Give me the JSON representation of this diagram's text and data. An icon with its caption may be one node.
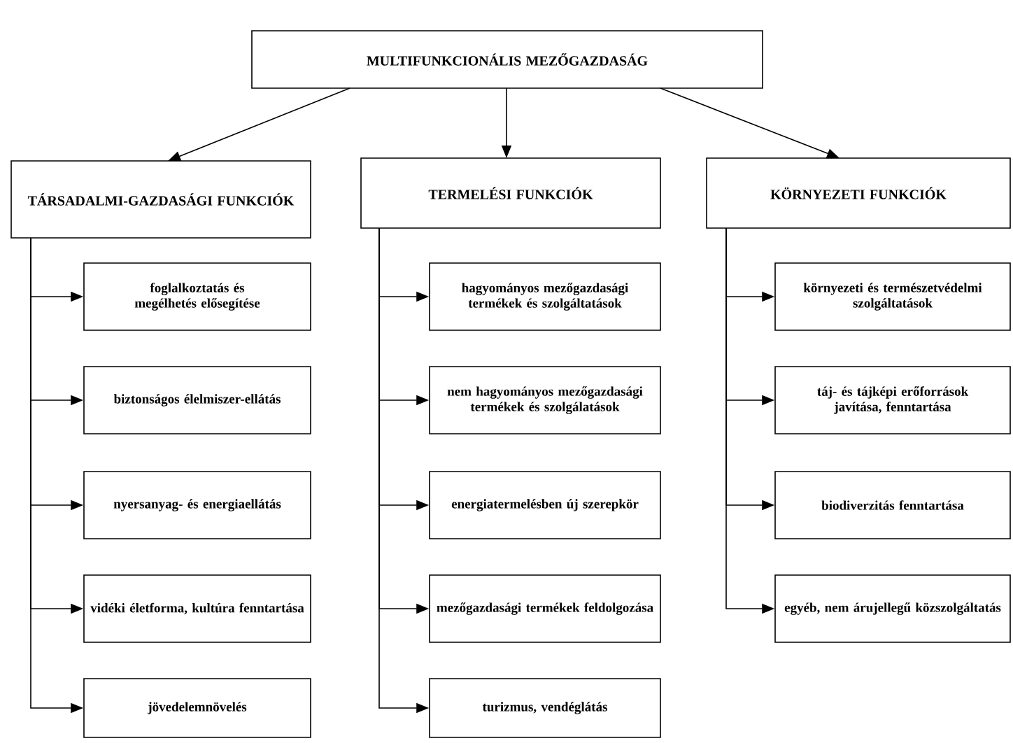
{
  "diagram": {
    "nodes": [
      {
        "text": [
          "MULTIFUNKCIONÁLIS MEZŐGAZDASÁG"
        ]
      },
      {
        "text": [
          "TÁRSADALMI-GAZDASÁGI FUNKCIÓK"
        ]
      },
      {
        "text": [
          "TERMELÉSI FUNKCIÓK"
        ]
      },
      {
        "text": [
          "KÖRNYEZETI FUNKCIÓK"
        ]
      },
      {
        "text": [
          "foglalkoztatás és megélhetés elősegítése"
        ]
      },
      {
        "text": [
          "biztonságos élelmiszer-ellátás"
        ]
      },
      {
        "text": [
          "nyersanyag- és energiaellátás"
        ]
      },
      {
        "text": [
          "vidéki életforma, kultúra fenntartása"
        ]
      },
      {
        "text": [
          "jövedelemnövelés"
        ]
      },
      {
        "text": [
          "hagyományos mezőgazdasági termékek és szolgáltatások"
        ]
      },
      {
        "text": [
          "nem hagyományos mezőgazdasági termékek és szolgálatások"
        ]
      },
      {
        "text": [
          "energiatermelésben új szerepkör"
        ]
      },
      {
        "text": [
          "mezőgazdasági termékek feldolgozása"
        ]
      },
      {
        "text": [
          "turizmus, vendéglátás"
        ]
      },
      {
        "text": [
          "környezeti és természetvédelmi szolgáltatások"
        ]
      },
      {
        "text": [
          "táj- és tájképi erőforrások javítása, fenntartása"
        ]
      },
      {
        "text": [
          "biodiverzitás fenntartása"
        ]
      },
      {
        "text": [
          "egyéb, nem árujellegű közszolgáltatás"
        ]
      }
    ],
    "edges": [
      {
        "from": 0,
        "to": 1,
        "arrow": "to"
      },
      {
        "from": 0,
        "to": 2,
        "arrow": "to"
      },
      {
        "from": 0,
        "to": 3,
        "arrow": "to"
      },
      {
        "from": 1,
        "to": 4,
        "arrow": "to"
      },
      {
        "from": 1,
        "to": 5,
        "arrow": "to"
      },
      {
        "from": 1,
        "to": 6,
        "arrow": "to"
      },
      {
        "from": 1,
        "to": 7,
        "arrow": "to"
      },
      {
        "from": 1,
        "to": 8,
        "arrow": "to"
      },
      {
        "from": 2,
        "to": 9,
        "arrow": "to"
      },
      {
        "from": 2,
        "to": 10,
        "arrow": "to"
      },
      {
        "from": 2,
        "to": 11,
        "arrow": "to"
      },
      {
        "from": 2,
        "to": 12,
        "arrow": "to"
      },
      {
        "from": 2,
        "to": 13,
        "arrow": "to"
      },
      {
        "from": 3,
        "to": 14,
        "arrow": "to"
      },
      {
        "from": 3,
        "to": 15,
        "arrow": "to"
      },
      {
        "from": 3,
        "to": 16,
        "arrow": "to"
      },
      {
        "from": 3,
        "to": 17,
        "arrow": "to"
      }
    ]
  }
}
